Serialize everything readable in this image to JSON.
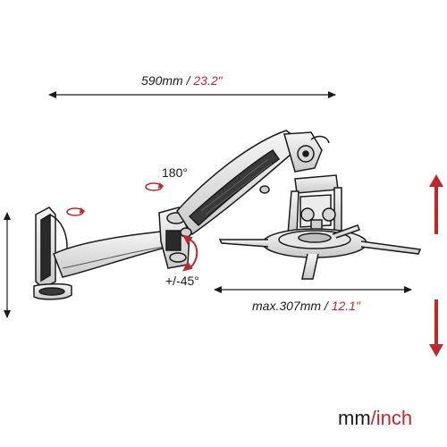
{
  "dimensions": {
    "reach": {
      "mm": "590mm",
      "separator": " / ",
      "inch": "23.2\""
    },
    "max_extension": {
      "mm": "max.307mm",
      "separator": " / ",
      "inch": "12.1\""
    }
  },
  "rotations": {
    "swivel": "180°",
    "tilt": "+/-45°"
  },
  "units_legend": {
    "mm": "mm",
    "separator": "/",
    "inch": "inch"
  },
  "colors": {
    "accent": "#c0272d",
    "ink": "#1a1a1a"
  }
}
